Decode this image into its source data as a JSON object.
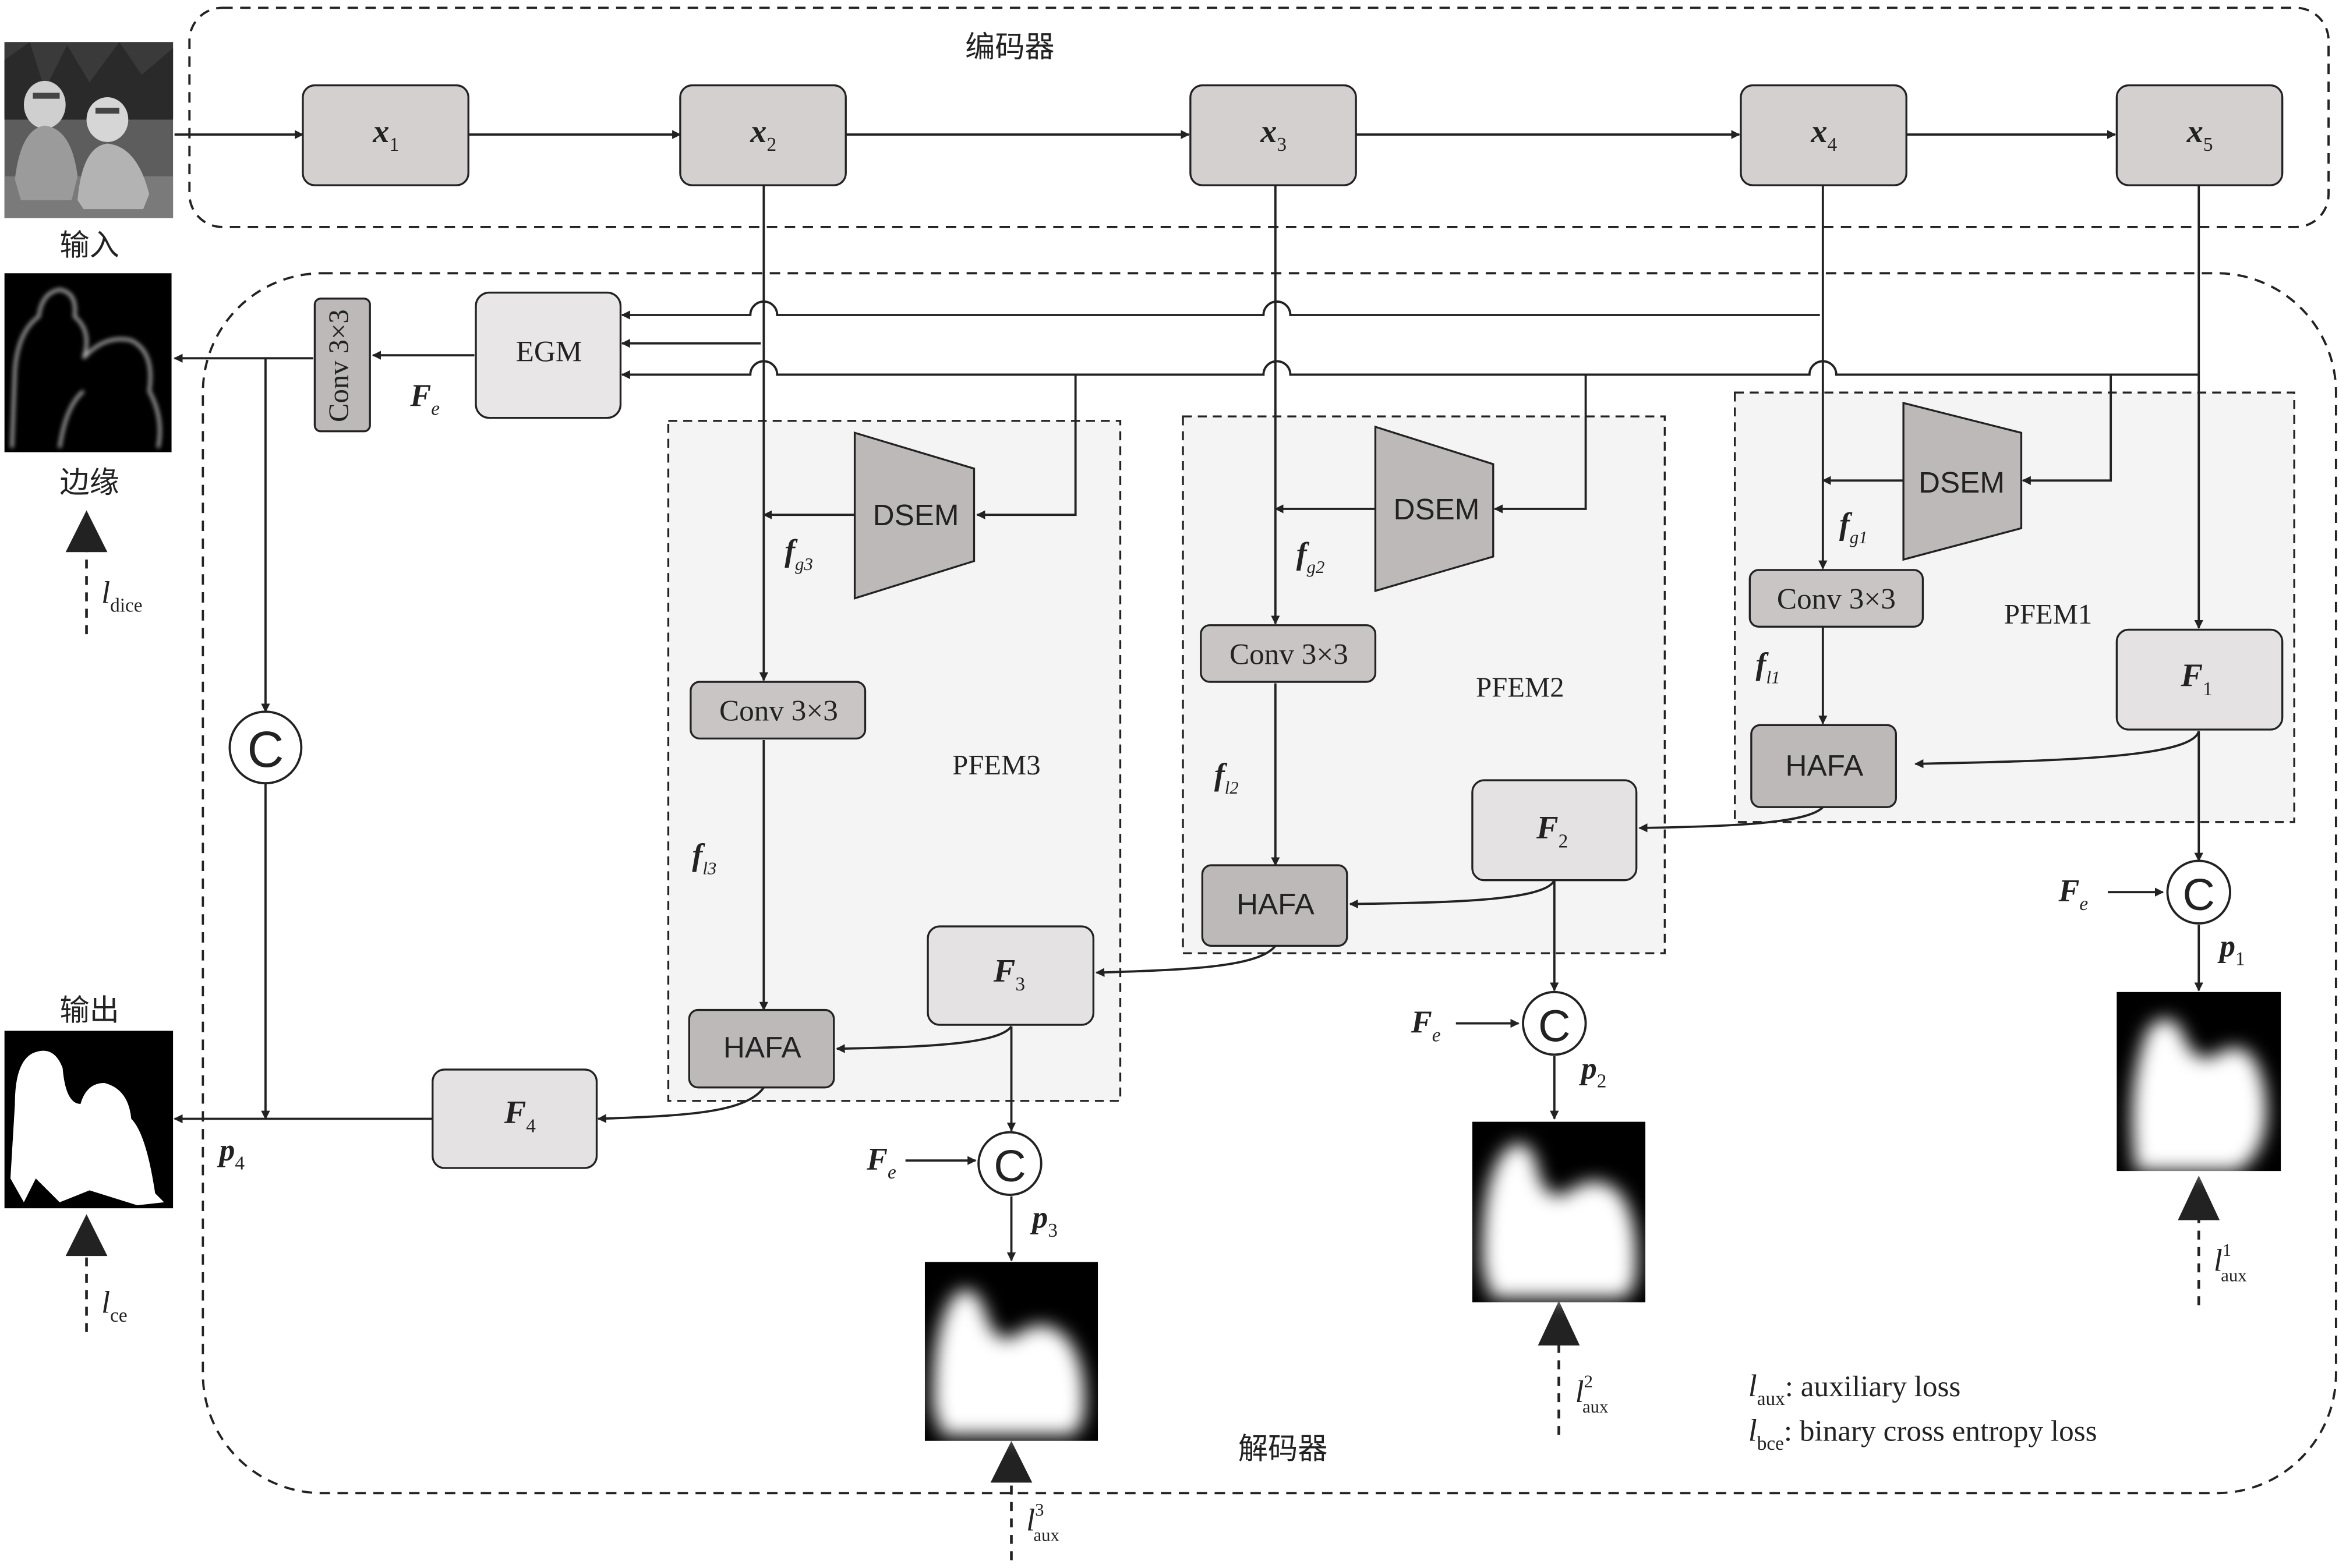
{
  "labels": {
    "encoder": "编码器",
    "decoder": "解码器",
    "input": "输入",
    "edge": "边缘",
    "output": "输出",
    "egm": "EGM",
    "conv": "Conv 3×3",
    "dsem": "DSEM",
    "hafa": "HAFA",
    "concat": "C",
    "pfem1": "PFEM1",
    "pfem2": "PFEM2",
    "pfem3": "PFEM3"
  },
  "encoder_nodes": [
    {
      "sym": "x",
      "sub": "1"
    },
    {
      "sym": "x",
      "sub": "2"
    },
    {
      "sym": "x",
      "sub": "3"
    },
    {
      "sym": "x",
      "sub": "4"
    },
    {
      "sym": "x",
      "sub": "5"
    }
  ],
  "feature_nodes": [
    {
      "sym": "F",
      "sub": "1"
    },
    {
      "sym": "F",
      "sub": "2"
    },
    {
      "sym": "F",
      "sub": "3"
    },
    {
      "sym": "F",
      "sub": "4"
    }
  ],
  "symbols": {
    "Fe": {
      "sym": "F",
      "sub": "e"
    },
    "fg1": {
      "sym": "f",
      "sub": "g1"
    },
    "fg2": {
      "sym": "f",
      "sub": "g2"
    },
    "fg3": {
      "sym": "f",
      "sub": "g3"
    },
    "fl1": {
      "sym": "f",
      "sub": "l1"
    },
    "fl2": {
      "sym": "f",
      "sub": "l2"
    },
    "fl3": {
      "sym": "f",
      "sub": "l3"
    },
    "p1": {
      "sym": "p",
      "sub": "1"
    },
    "p2": {
      "sym": "p",
      "sub": "2"
    },
    "p3": {
      "sym": "p",
      "sub": "3"
    },
    "p4": {
      "sym": "p",
      "sub": "4"
    }
  },
  "losses": {
    "dice": {
      "sym": "l",
      "sub": "dice",
      "sup": ""
    },
    "ce": {
      "sym": "l",
      "sub": "ce",
      "sup": ""
    },
    "aux1": {
      "sym": "l",
      "sub": "aux",
      "sup": "1"
    },
    "aux2": {
      "sym": "l",
      "sub": "aux",
      "sup": "2"
    },
    "aux3": {
      "sym": "l",
      "sub": "aux",
      "sup": "3"
    }
  },
  "legend": [
    {
      "sym": "l",
      "sub": "aux",
      "text": ": auxiliary loss"
    },
    {
      "sym": "l",
      "sub": "bce",
      "text": ": binary cross entropy loss"
    }
  ],
  "colors": {
    "node_fill": "#d4d0d0",
    "node_fill_light": "#e4e2e2",
    "dark_fill": "#bdb9b9",
    "module_bg": "#f4f4f4",
    "stroke": "#222222"
  }
}
